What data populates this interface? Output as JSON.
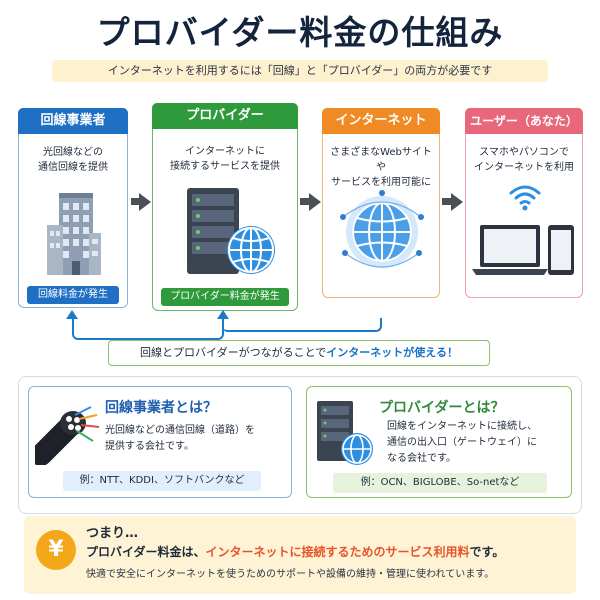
{
  "title": "プロバイダー料金の仕組み",
  "subtitle": "インターネットを利用するには「回線」と「プロバイダー」の両方が必要です",
  "flow": [
    {
      "label": "回線事業者",
      "desc": [
        "光回線などの",
        "通信回線を提供"
      ],
      "fee": "回線料金が発生",
      "color": "#1f6fc4"
    },
    {
      "label": "プロバイダー",
      "desc": [
        "インターネットに",
        "接続するサービスを提供"
      ],
      "fee": "プロバイダー料金が発生",
      "color": "#2f9a3c"
    },
    {
      "label": "インターネット",
      "desc": [
        "さまざまなWebサイトや",
        "サービスを利用可能に"
      ],
      "color": "#f08a24"
    },
    {
      "label": "ユーザー（あなた）",
      "desc": [
        "スマホやパソコンで",
        "インターネットを利用"
      ],
      "color": "#e8677a"
    }
  ],
  "connection_note": {
    "pre": "回線とプロバイダーがつながることで",
    "highlight": "インターネットが使える！"
  },
  "carrier_info": {
    "title": "回線事業者とは？",
    "text": [
      "光回線などの通信回線（道路）を",
      "提供する会社です。"
    ],
    "examples": "例：NTT、KDDI、ソフトバンクなど",
    "color": "#1f5fb0"
  },
  "provider_info": {
    "title": "プロバイダーとは？",
    "text": [
      "回線をインターネットに接続し、",
      "通信の出入口（ゲートウェイ）に",
      "なる会社です。"
    ],
    "examples": "例：OCN、BIGLOBE、So-netなど",
    "color": "#2f8a3a"
  },
  "summary": {
    "icon": "yen-icon",
    "lead": "つまり…",
    "pre": "プロバイダー料金は、",
    "highlight": "インターネットに接続するためのサービス利用料",
    "post": "です。",
    "detail": "快適で安全にインターネットを使うためのサポートや設備の維持・管理に使われています。",
    "accent": "#e8542a"
  }
}
